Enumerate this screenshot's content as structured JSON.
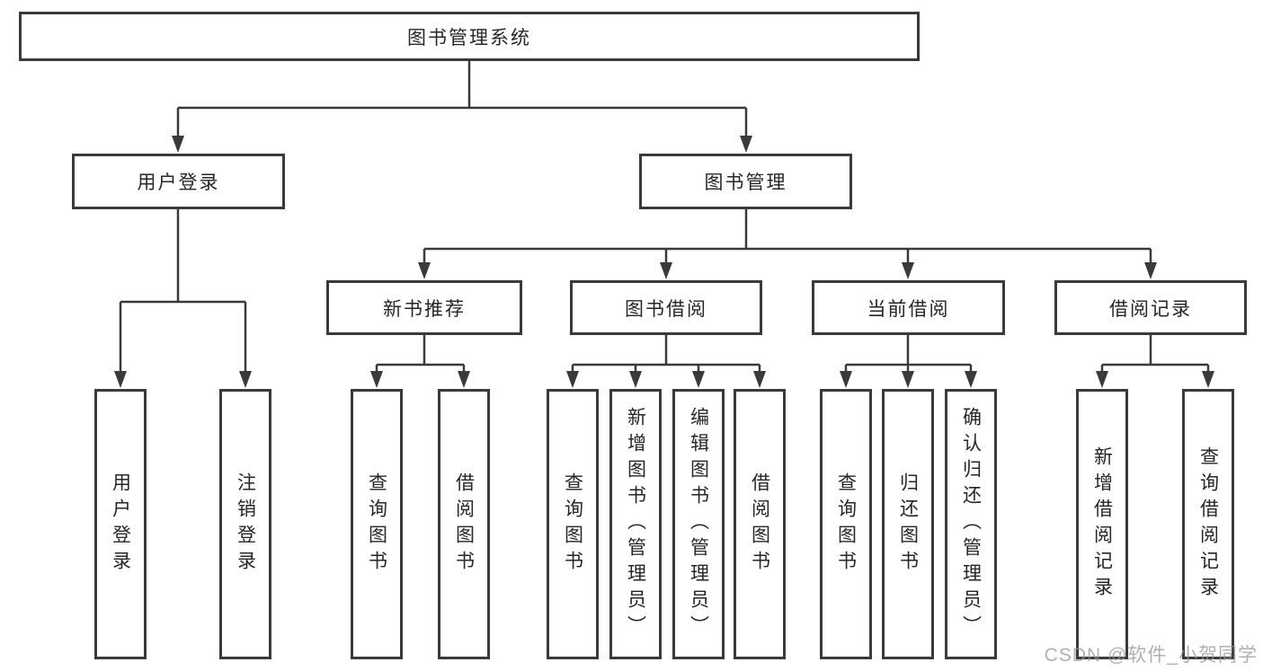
{
  "diagram": {
    "title": "图书管理系统",
    "tree": {
      "root_label": "图书管理系统",
      "children": [
        {
          "label": "用户登录",
          "leaves": [
            "用户登录",
            "注销登录"
          ]
        },
        {
          "label": "图书管理",
          "children": [
            {
              "label": "新书推荐",
              "leaves": [
                "查询图书",
                "借阅图书"
              ]
            },
            {
              "label": "图书借阅",
              "leaves": [
                "查询图书",
                "新增图书（管理员）",
                "编辑图书（管理员）",
                "借阅图书"
              ]
            },
            {
              "label": "当前借阅",
              "leaves": [
                "查询图书",
                "归还图书",
                "确认归还（管理员）"
              ]
            },
            {
              "label": "借阅记录",
              "leaves": [
                "新增借阅记录",
                "查询借阅记录"
              ]
            }
          ]
        }
      ]
    },
    "colors": {
      "line": "#3a3a3a",
      "text": "#262626",
      "background": "#ffffff",
      "watermark": "#969696"
    }
  },
  "watermark": "CSDN @软件_小贺同学"
}
